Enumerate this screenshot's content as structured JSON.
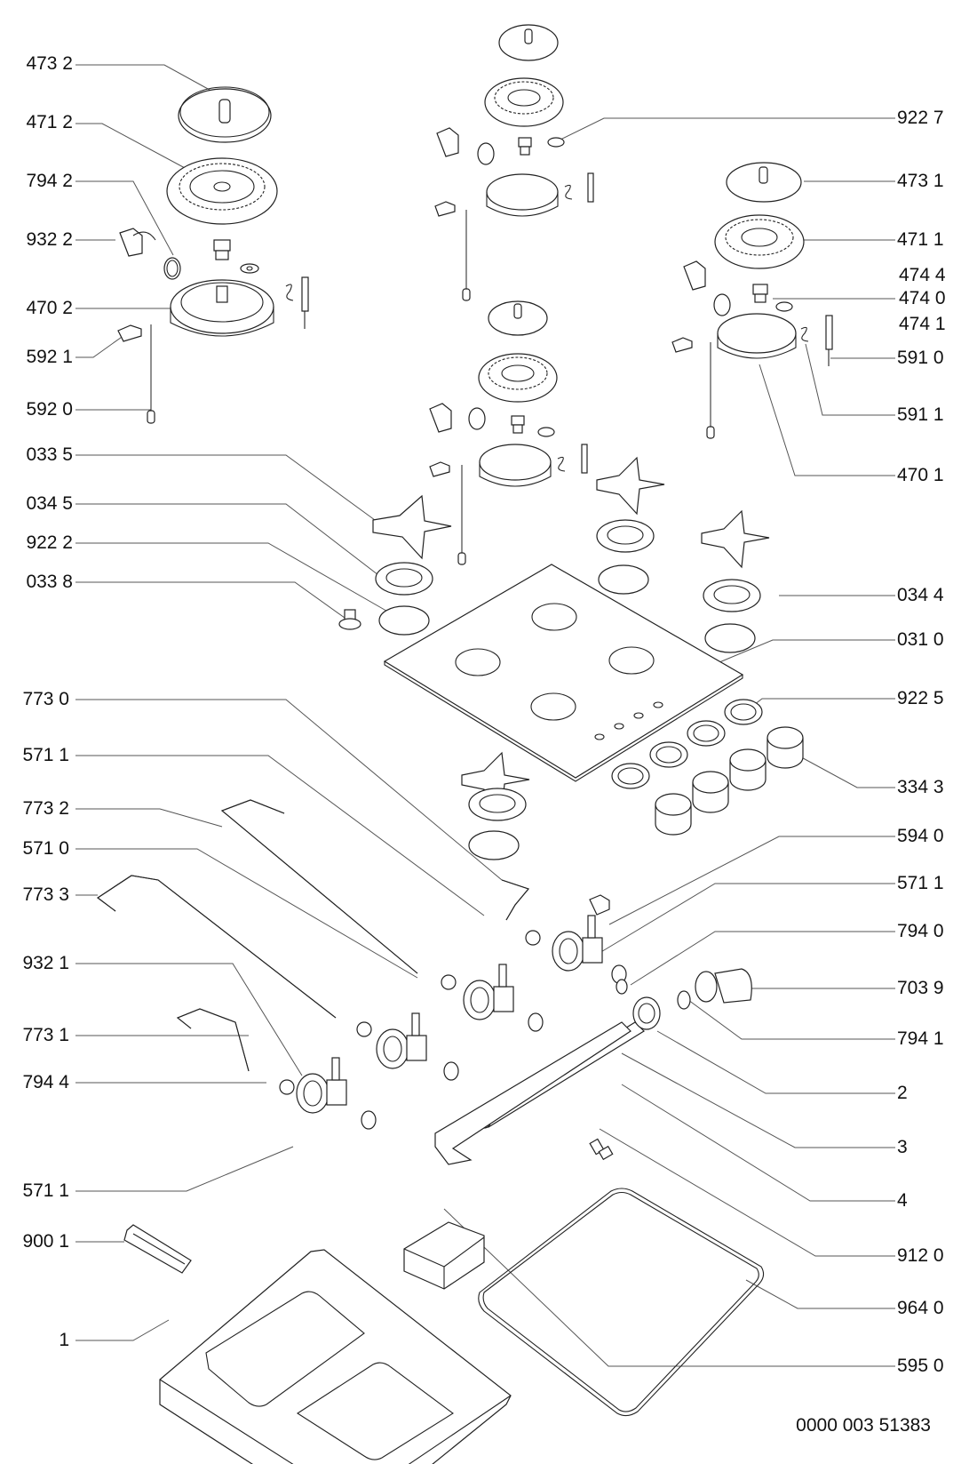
{
  "diagram": {
    "type": "exploded-parts-view",
    "subject": "gas hob",
    "reference_number": "0000 003 51383",
    "labels_left": [
      {
        "id": "473 2"
      },
      {
        "id": "471 2"
      },
      {
        "id": "794 2"
      },
      {
        "id": "932 2"
      },
      {
        "id": "470 2"
      },
      {
        "id": "592 1"
      },
      {
        "id": "592 0"
      },
      {
        "id": "033 5"
      },
      {
        "id": "034 5"
      },
      {
        "id": "922 2"
      },
      {
        "id": "033 8"
      },
      {
        "id": "773 0"
      },
      {
        "id": "571 1"
      },
      {
        "id": "773 2"
      },
      {
        "id": "571 0"
      },
      {
        "id": "773 3"
      },
      {
        "id": "932 1"
      },
      {
        "id": "773 1"
      },
      {
        "id": "794 4"
      },
      {
        "id": "571 1"
      },
      {
        "id": "900 1"
      },
      {
        "id": "1"
      }
    ],
    "labels_right": [
      {
        "id": "922 7"
      },
      {
        "id": "473 1"
      },
      {
        "id": "471 1"
      },
      {
        "id": "474 4"
      },
      {
        "id": "474 0"
      },
      {
        "id": "474 1"
      },
      {
        "id": "591 0"
      },
      {
        "id": "591 1"
      },
      {
        "id": "470 1"
      },
      {
        "id": "034 4"
      },
      {
        "id": "031 0"
      },
      {
        "id": "922 5"
      },
      {
        "id": "334 3"
      },
      {
        "id": "594 0"
      },
      {
        "id": "571 1"
      },
      {
        "id": "794 0"
      },
      {
        "id": "703 9"
      },
      {
        "id": "794 1"
      },
      {
        "id": "2"
      },
      {
        "id": "3"
      },
      {
        "id": "4"
      },
      {
        "id": "912 0"
      },
      {
        "id": "964 0"
      },
      {
        "id": "595 0"
      }
    ]
  }
}
